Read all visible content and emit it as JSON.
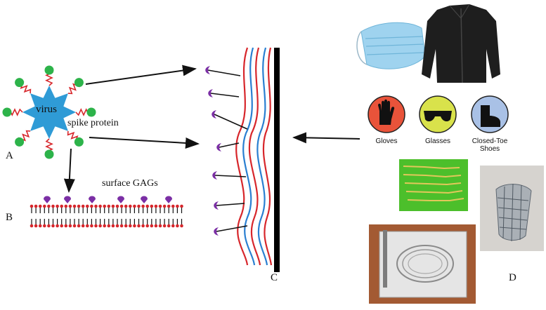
{
  "panel_labels": {
    "a": "A",
    "b": "B",
    "c": "C",
    "d": "D"
  },
  "virus": {
    "core_label": "virus",
    "spike_label": "spike protein"
  },
  "membrane": {
    "label": "surface GAGs"
  },
  "ppe": {
    "gloves": "Gloves",
    "glasses": "Glasses",
    "shoes_line1": "Closed-Toe",
    "shoes_line2": "Shoes"
  },
  "colors": {
    "virus_body": "#2f9bd6",
    "glycoprotein_head": "#2db34a",
    "strand_red": "#d7262b",
    "strand_blue": "#2a7fd1",
    "gag_purple": "#7b2fa5",
    "gloves_circle": "#e9533a",
    "glasses_circle": "#d9e24b",
    "shoes_circle": "#a9c1e6"
  }
}
